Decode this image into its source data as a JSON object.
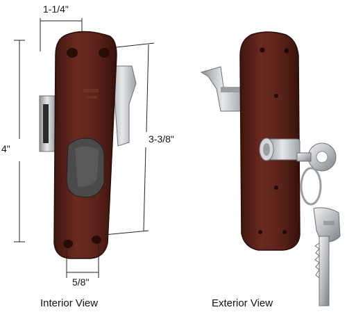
{
  "dimensions": {
    "top_width": "1-1/4\"",
    "overall_height": "4\"",
    "inner_height": "3-3/8\"",
    "bottom_width": "5/8\""
  },
  "captions": {
    "interior": "Interior View",
    "exterior": "Exterior View"
  },
  "body_text": {
    "stamp_line_1": "",
    "stamp_line_2": ""
  },
  "colors": {
    "lock_body": "#5a2219",
    "lock_body_shadow": "#3b140e",
    "metal": "#c9ccd0",
    "dimension_line": "#222222"
  }
}
